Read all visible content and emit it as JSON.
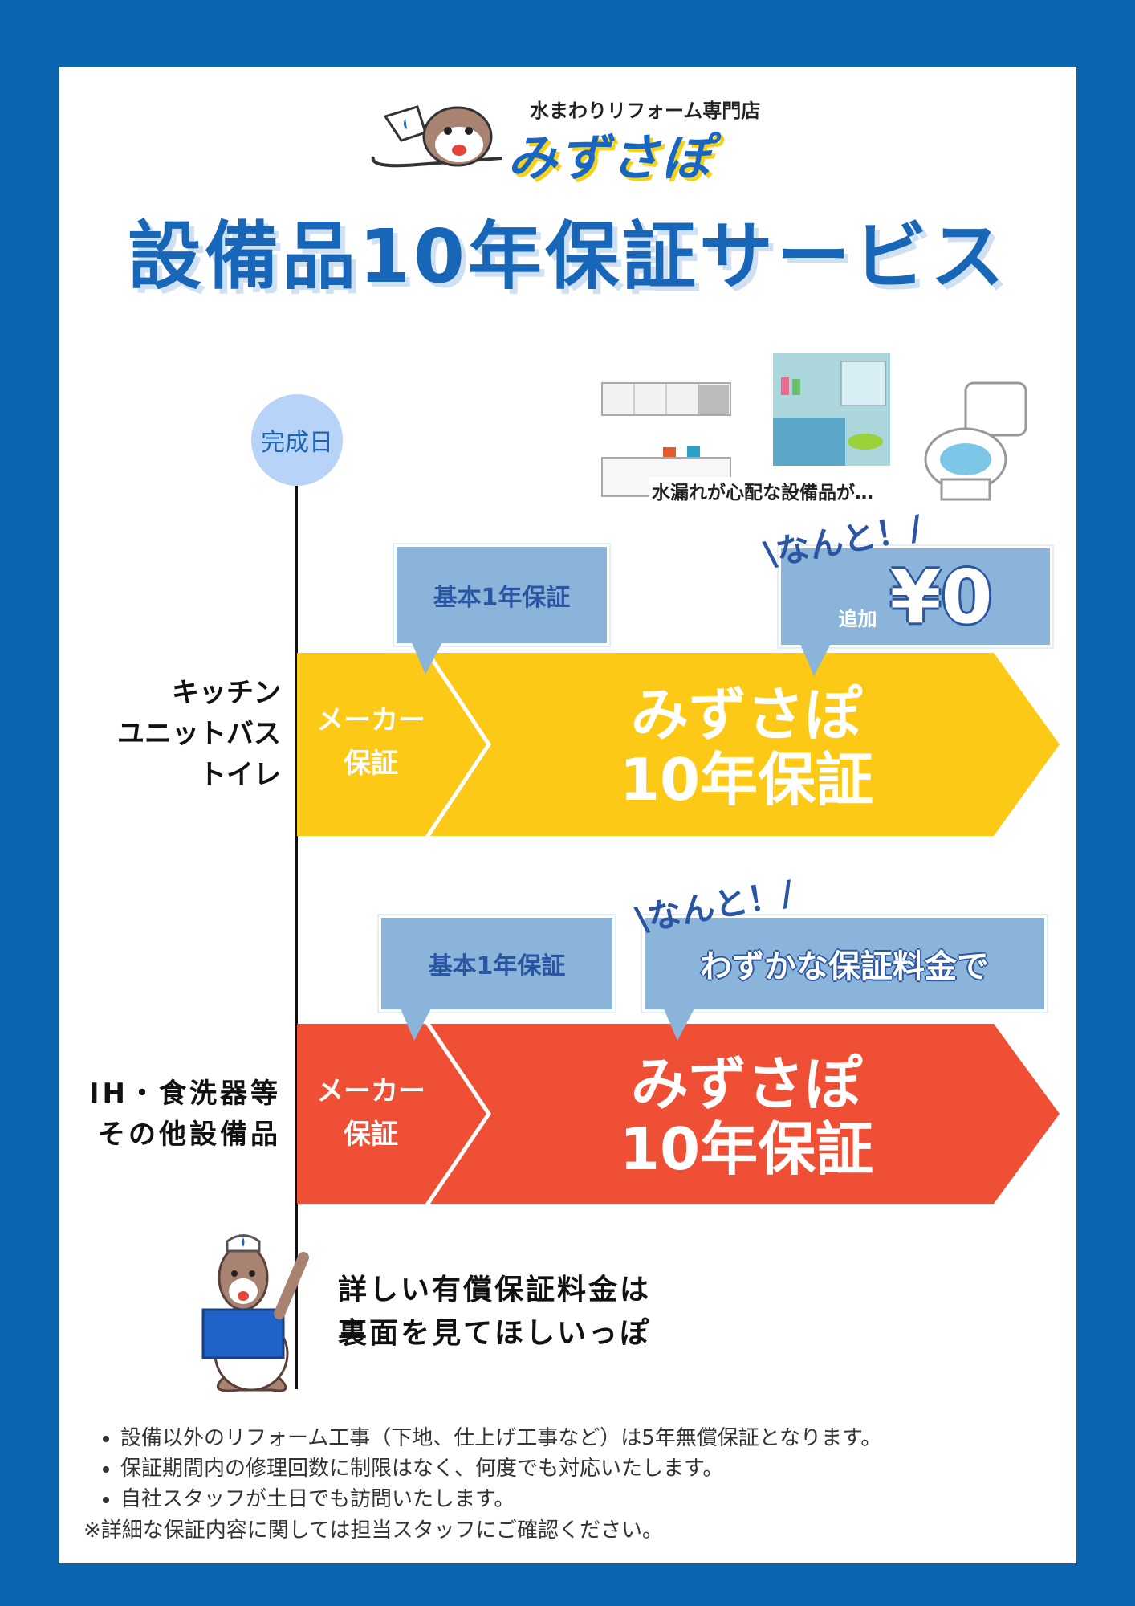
{
  "logo": {
    "tagline": "水まわりリフォーム専門店",
    "brand": "みずさぽ"
  },
  "title": "設備品10年保証サービス",
  "timeline": {
    "start_label": "完成日"
  },
  "illustration_caption": "水漏れが心配な設備品が…",
  "row1": {
    "categories": [
      "キッチン",
      "ユニットバス",
      "トイレ"
    ],
    "bubble_basic": "基本1年保証",
    "exclaim": "\\なんと！/",
    "bubble_price_prefix": "追加",
    "bubble_price": "¥0",
    "maker_label": [
      "メーカー",
      "保証"
    ],
    "main_label": [
      "みずさぽ",
      "10年保証"
    ],
    "color": "#fcc917"
  },
  "row2": {
    "categories": [
      "IH・食洗器等",
      "その他設備品"
    ],
    "bubble_basic": "基本1年保証",
    "exclaim": "\\なんと！/",
    "bubble_fee": "わずかな保証料金で",
    "maker_label": [
      "メーカー",
      "保証"
    ],
    "main_label": [
      "みずさぽ",
      "10年保証"
    ],
    "color": "#ef5035"
  },
  "mascot_speech": [
    "詳しい有償保証料金は",
    "裏面を見てほしいっぽ"
  ],
  "notes": [
    "設備以外のリフォーム工事（下地、仕上げ工事など）は5年無償保証となります。",
    "保証期間内の修理回数に制限はなく、何度でも対応いたします。",
    "自社スタッフが土日でも訪問いたします。"
  ],
  "footnote": "※詳細な保証内容に関しては担当スタッフにご確認ください。"
}
